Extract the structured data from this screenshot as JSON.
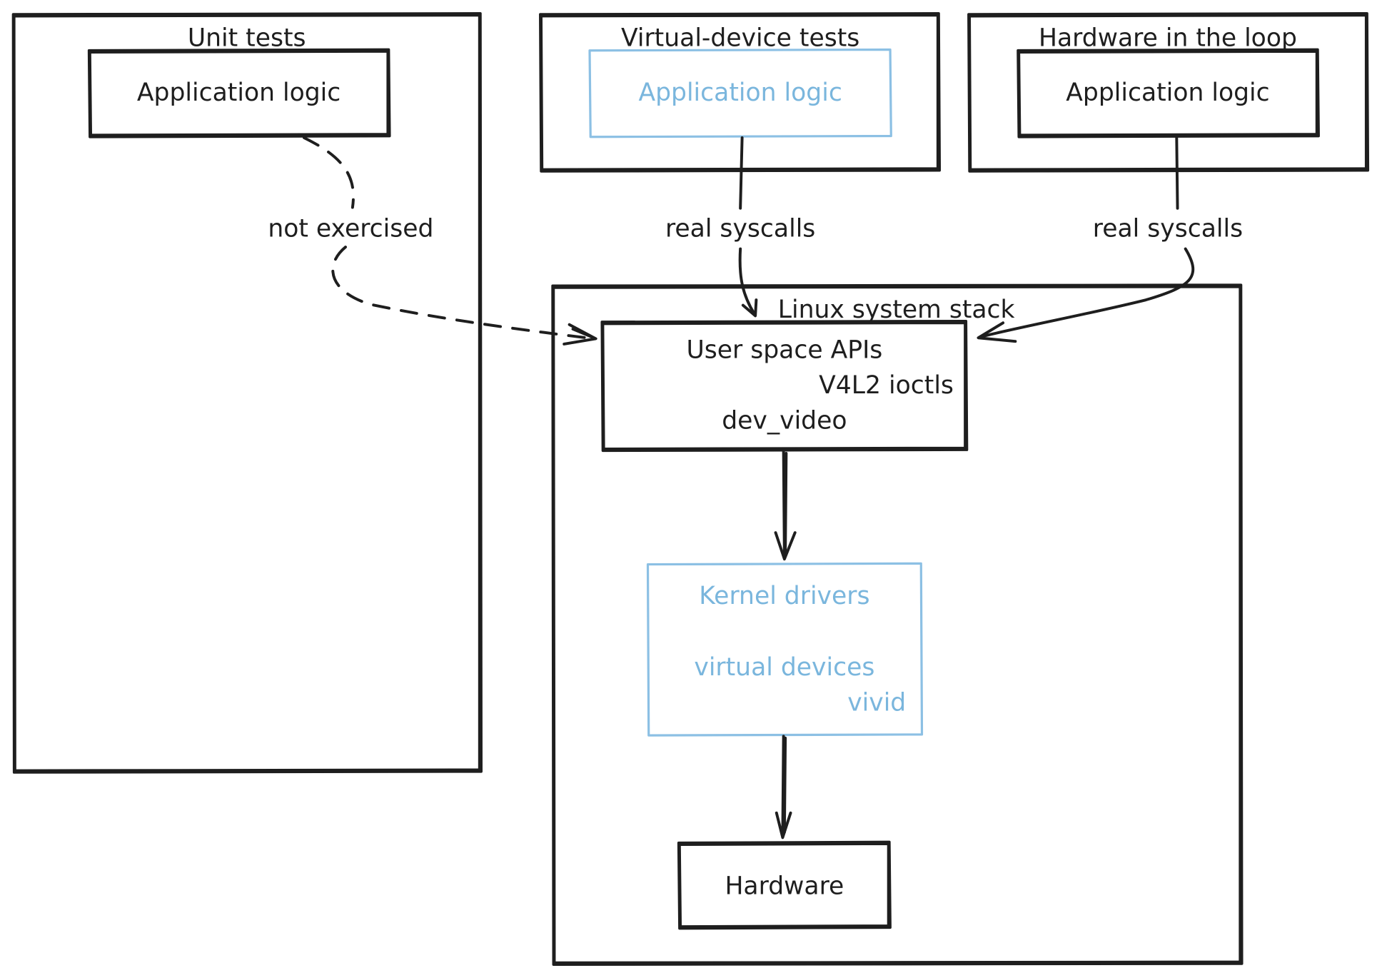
{
  "frames": {
    "unit_tests": "Unit tests",
    "virtual_device_tests": "Virtual-device tests",
    "hardware_in_the_loop": "Hardware in the loop",
    "linux_system_stack": "Linux system stack"
  },
  "boxes": {
    "unit_app_logic": "Application logic",
    "virtual_app_logic": "Application logic",
    "hil_app_logic": "Application logic",
    "user_space": {
      "title": "User space APIs",
      "line2": "V4L2 ioctls",
      "line3": "dev_video"
    },
    "kernel": {
      "title": "Kernel drivers",
      "line2": "virtual devices",
      "line3": "vivid"
    },
    "hardware": "Hardware"
  },
  "edges": {
    "unit_to_userspace": "not exercised",
    "virtual_to_userspace": "real syscalls",
    "hil_to_userspace": "real syscalls"
  },
  "colors": {
    "ink": "#1e1e1e",
    "virtual_highlight": "#8cc0e4",
    "background": "#ffffff"
  }
}
